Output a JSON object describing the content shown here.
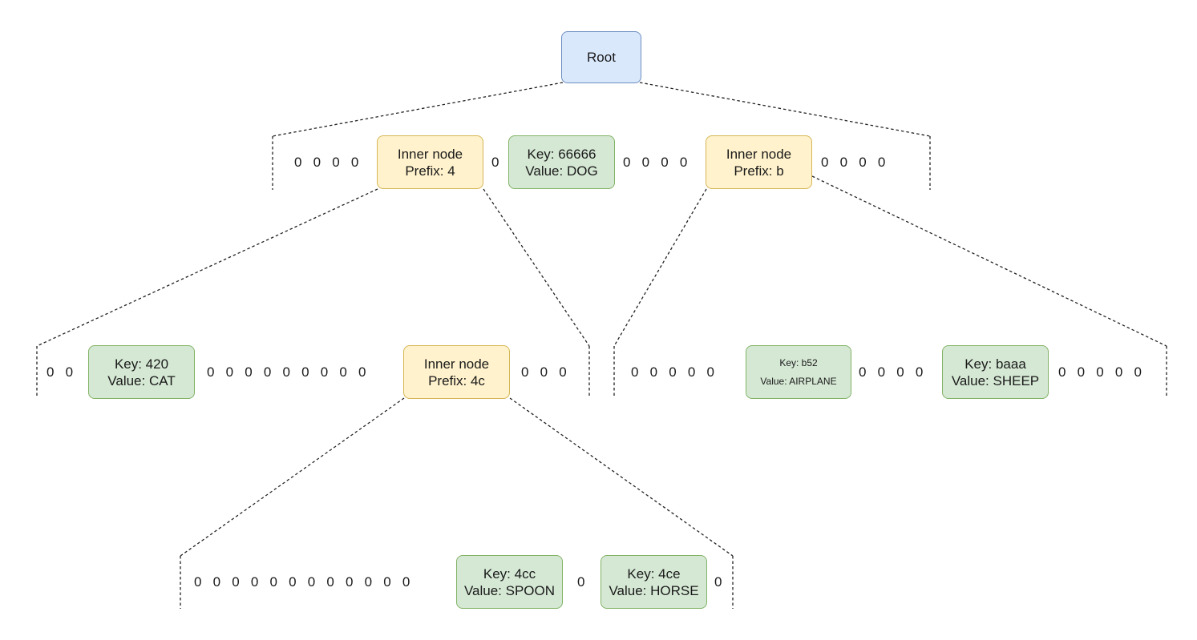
{
  "root": {
    "label": "Root"
  },
  "level1": {
    "slots_a": "0   0   0   0",
    "inner_4": {
      "line1": "Inner node",
      "line2": "Prefix: 4"
    },
    "slots_b": "0",
    "leaf_dog": {
      "key": "Key: 66666",
      "value": "Value: DOG"
    },
    "slots_c": "0   0   0   0",
    "inner_b": {
      "line1": "Inner node",
      "line2": "Prefix: b"
    },
    "slots_d": "0   0   0   0"
  },
  "level2_left": {
    "slots_a": "0   0",
    "leaf_cat": {
      "key": "Key: 420",
      "value": "Value: CAT"
    },
    "slots_b": "0   0   0   0   0   0   0   0   0",
    "inner_4c": {
      "line1": "Inner node",
      "line2": "Prefix: 4c"
    },
    "slots_c": "0   0   0"
  },
  "level2_right": {
    "slots_a": "0   0   0   0   0",
    "leaf_airplane": {
      "key": "Key: b52",
      "value": "Value: AIRPLANE"
    },
    "slots_b": "0   0   0   0",
    "leaf_sheep": {
      "key": "Key: baaa",
      "value": "Value: SHEEP"
    },
    "slots_c": "0   0   0   0   0"
  },
  "level3": {
    "slots_a": "0   0   0   0   0   0   0   0   0   0   0   0",
    "leaf_spoon": {
      "key": "Key: 4cc",
      "value": "Value: SPOON"
    },
    "slots_b": "0",
    "leaf_horse": {
      "key": "Key: 4ce",
      "value": "Value: HORSE"
    },
    "slots_c": "0"
  },
  "colors": {
    "root_fill": "#dae8fc",
    "root_stroke": "#6c8ebf",
    "inner_fill": "#fff2cc",
    "inner_stroke": "#d6b656",
    "leaf_fill": "#d5e8d4",
    "leaf_stroke": "#82b366"
  }
}
